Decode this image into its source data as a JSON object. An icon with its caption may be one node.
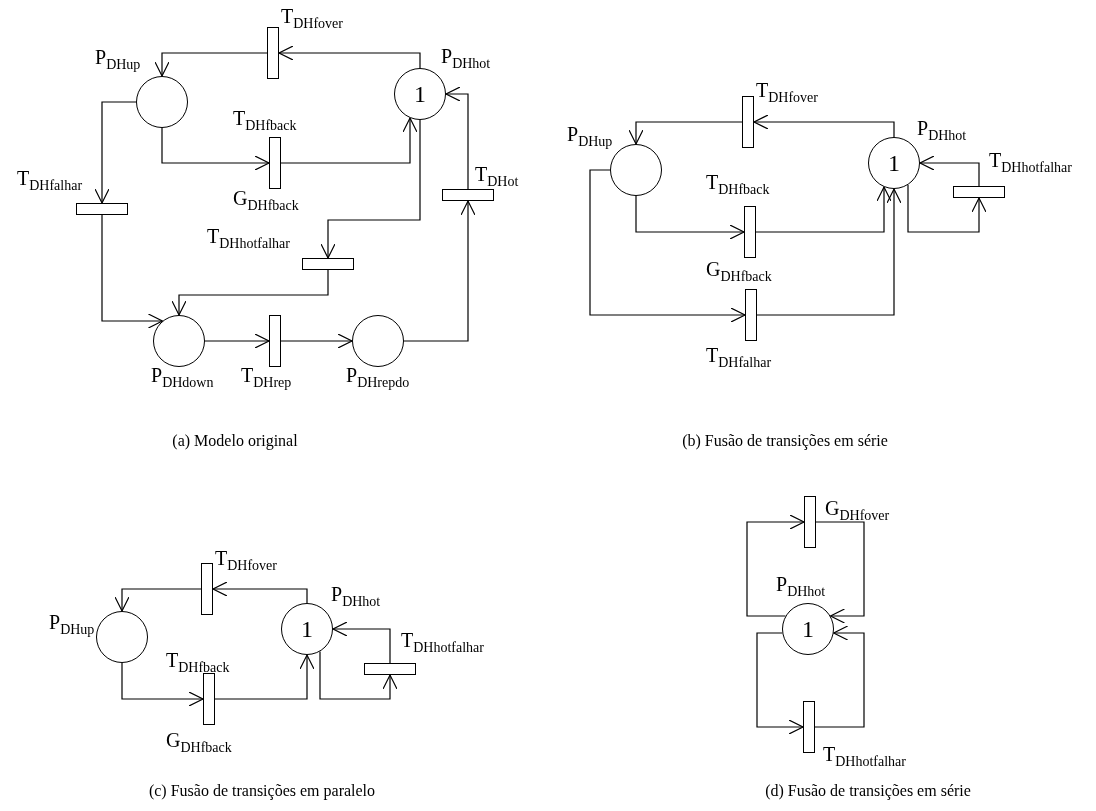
{
  "diagram": {
    "nodes": [
      {
        "text": [
          "P$_{DHup}$"
        ]
      },
      {
        "text": [
          "P$_{DHhot}$",
          "1"
        ]
      },
      {
        "text": [
          "T$_{DHfover}$"
        ]
      },
      {
        "text": [
          "T$_{DHfback}$",
          "G$_{DHfback}$"
        ]
      },
      {
        "text": [
          "T$_{DHfalhar}$"
        ]
      },
      {
        "text": [
          "T$_{DHhotfalhar}$"
        ]
      },
      {
        "text": [
          "T$_{DHot}$"
        ]
      },
      {
        "text": [
          "P$_{DHdown}$"
        ]
      },
      {
        "text": [
          "T$_{DHrep}$"
        ]
      },
      {
        "text": [
          "P$_{DHrepdo}$"
        ]
      },
      {
        "text": [
          "P$_{DHup}$"
        ]
      },
      {
        "text": [
          "P$_{DHhot}$",
          "1"
        ]
      },
      {
        "text": [
          "T$_{DHfover}$"
        ]
      },
      {
        "text": [
          "T$_{DHfback}$",
          "G$_{DHfback}$"
        ]
      },
      {
        "text": [
          "T$_{DHfalhar}$"
        ]
      },
      {
        "text": [
          "T$_{DHhotfalhar}$"
        ]
      },
      {
        "text": [
          "P$_{DHup}$"
        ]
      },
      {
        "text": [
          "P$_{DHhot}$",
          "1"
        ]
      },
      {
        "text": [
          "T$_{DHfover}$"
        ]
      },
      {
        "text": [
          "T$_{DHfback}$",
          "G$_{DHfback}$"
        ]
      },
      {
        "text": [
          "T$_{DHhotfalhar}$"
        ]
      },
      {
        "text": [
          "P$_{DHhot}$",
          "1"
        ]
      },
      {
        "text": [
          "G$_{DHfover}$"
        ]
      },
      {
        "text": [
          "T$_{DHhotfalhar}$"
        ]
      }
    ],
    "edges": [
      {
        "from": 1,
        "to": 2,
        "arrow": "to"
      },
      {
        "from": 2,
        "to": 0,
        "arrow": "to"
      },
      {
        "from": 0,
        "to": 3,
        "arrow": "to"
      },
      {
        "from": 3,
        "to": 1,
        "arrow": "to"
      },
      {
        "from": 0,
        "to": 4,
        "arrow": "to"
      },
      {
        "from": 4,
        "to": 7,
        "arrow": "to"
      },
      {
        "from": 1,
        "to": 5,
        "arrow": "to"
      },
      {
        "from": 5,
        "to": 7,
        "arrow": "to"
      },
      {
        "from": 7,
        "to": 8,
        "arrow": "to"
      },
      {
        "from": 8,
        "to": 9,
        "arrow": "to"
      },
      {
        "from": 9,
        "to": 6,
        "arrow": "to"
      },
      {
        "from": 6,
        "to": 1,
        "arrow": "to"
      },
      {
        "from": 11,
        "to": 12,
        "arrow": "to"
      },
      {
        "from": 12,
        "to": 10,
        "arrow": "to"
      },
      {
        "from": 10,
        "to": 13,
        "arrow": "to"
      },
      {
        "from": 13,
        "to": 11,
        "arrow": "to"
      },
      {
        "from": 10,
        "to": 14,
        "arrow": "to"
      },
      {
        "from": 14,
        "to": 11,
        "arrow": "to"
      },
      {
        "from": 11,
        "to": 15,
        "arrow": "to"
      },
      {
        "from": 15,
        "to": 11,
        "arrow": "to"
      },
      {
        "from": 17,
        "to": 18,
        "arrow": "to"
      },
      {
        "from": 18,
        "to": 16,
        "arrow": "to"
      },
      {
        "from": 16,
        "to": 19,
        "arrow": "to"
      },
      {
        "from": 19,
        "to": 17,
        "arrow": "to"
      },
      {
        "from": 17,
        "to": 20,
        "arrow": "to"
      },
      {
        "from": 20,
        "to": 17,
        "arrow": "to"
      },
      {
        "from": 21,
        "to": 22,
        "arrow": "to"
      },
      {
        "from": 22,
        "to": 21,
        "arrow": "to"
      },
      {
        "from": 21,
        "to": 23,
        "arrow": "to"
      },
      {
        "from": 23,
        "to": 21,
        "arrow": "to"
      }
    ],
    "labels": [
      "(a) Modelo original",
      "(b) Fusão de transições em série",
      "(c) Fusão de transições em paralelo",
      "(d) Fusão de transições em série"
    ]
  }
}
